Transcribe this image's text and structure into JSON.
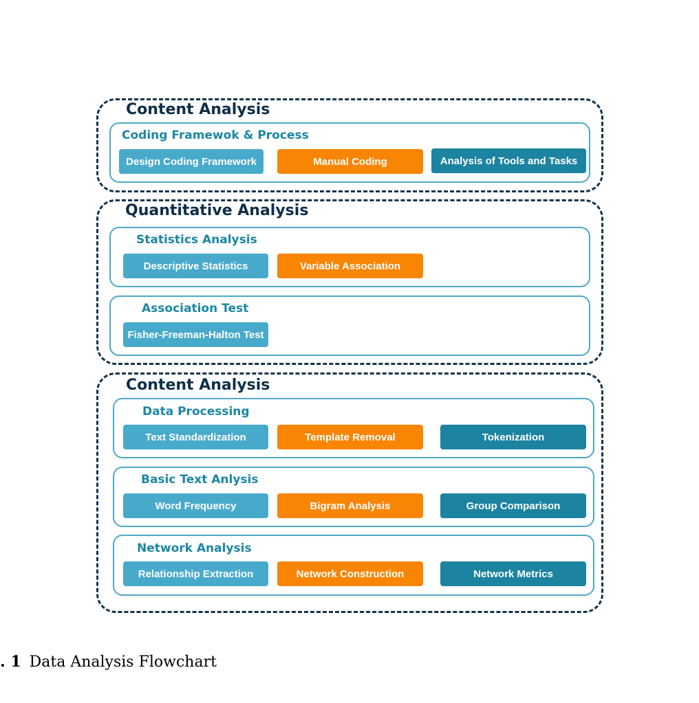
{
  "sections": [
    {
      "title": "Content Analysis",
      "groups": [
        {
          "title": "Coding Framewok & Process",
          "boxes": [
            {
              "label": "Design Coding Framework",
              "color": "#48aacb"
            },
            {
              "label": "Manual Coding",
              "color": "#f98504"
            },
            {
              "label": "Analysis of Tools and Tasks",
              "color": "#1c83a0"
            }
          ]
        }
      ]
    },
    {
      "title": "Quantitative Analysis",
      "groups": [
        {
          "title": "Statistics Analysis",
          "boxes": [
            {
              "label": "Descriptive Statistics",
              "color": "#48aacb"
            },
            {
              "label": "Variable Association",
              "color": "#f98504"
            }
          ]
        },
        {
          "title": "Association Test",
          "boxes": [
            {
              "label": "Fisher-Freeman-Halton Test",
              "color": "#48aacb"
            }
          ]
        }
      ]
    },
    {
      "title": "Content Analysis",
      "groups": [
        {
          "title": "Data Processing",
          "boxes": [
            {
              "label": "Text Standardization",
              "color": "#48aacb"
            },
            {
              "label": "Template Removal",
              "color": "#f98504"
            },
            {
              "label": "Tokenization",
              "color": "#1c83a0"
            }
          ]
        },
        {
          "title": "Basic Text Anlysis",
          "boxes": [
            {
              "label": "Word Frequency",
              "color": "#48aacb"
            },
            {
              "label": "Bigram Analysis",
              "color": "#f98504"
            },
            {
              "label": "Group Comparison",
              "color": "#1c83a0"
            }
          ]
        },
        {
          "title": "Network Analysis",
          "boxes": [
            {
              "label": "Relationship Extraction",
              "color": "#48aacb"
            },
            {
              "label": "Network Construction",
              "color": "#f98504"
            },
            {
              "label": "Network Metrics",
              "color": "#1c83a0"
            }
          ]
        }
      ]
    }
  ],
  "caption": {
    "number": ". 1",
    "text": "Data Analysis Flowchart"
  }
}
